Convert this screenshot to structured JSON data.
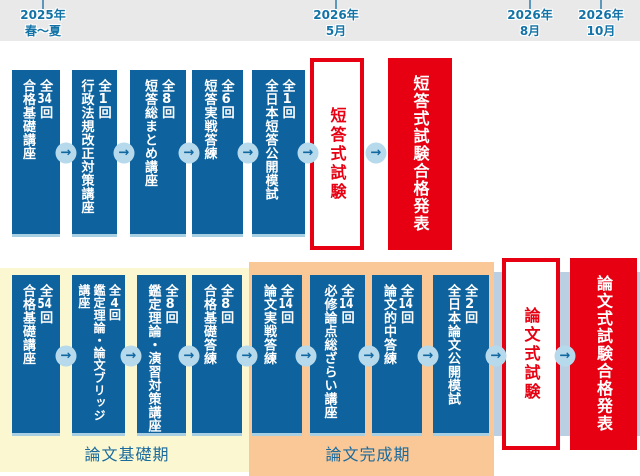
{
  "timeline": {
    "dates": [
      {
        "line1": "2025年",
        "line2": "春〜夏"
      },
      {
        "line1": "2026年",
        "line2": "5月"
      },
      {
        "line1": "2026年",
        "line2": "8月"
      },
      {
        "line1": "2026年",
        "line2": "10月"
      }
    ]
  },
  "tanto_row": {
    "courses": [
      {
        "text": "全34回\n合格基礎講座"
      },
      {
        "text": "全1回\n行政法規改正対策講座"
      },
      {
        "text": "全8回\n短答総まとめ講座"
      },
      {
        "text": "全6回\n短答実戦答練"
      },
      {
        "text": "全1回\n全日本短答公開模試"
      }
    ],
    "exam": "短答式試験",
    "result": "短答式試験合格発表"
  },
  "ronbun_row": {
    "courses": [
      {
        "text": "全54回\n合格基礎講座"
      },
      {
        "text": "全4回\n鑑定理論・論文ブリッジ\n講座"
      },
      {
        "text": "全8回\n鑑定理論・演習対策講座"
      },
      {
        "text": "全8回\n合格基礎答練"
      },
      {
        "text": "全14回\n論文実戦答練"
      },
      {
        "text": "全14回\n必修論点総ざらい講座"
      },
      {
        "text": "全14回\n論文的中答練"
      },
      {
        "text": "全2回\n全日本論文公開模試"
      }
    ],
    "exam": "論文式試験",
    "result": "論文式試験合格発表"
  },
  "periods": {
    "basic": "論文基礎期",
    "complete": "論文完成期"
  },
  "icons": {
    "arrow": "→"
  },
  "colors": {
    "course_blue": "#0e639e",
    "milestone_red": "#e60012",
    "band_yellow": "#fbf8d1",
    "band_orange": "#fac897",
    "band_lightblue": "#bad0e2",
    "arrow_circle": "#b7d9ec",
    "date_text": "#1373a6",
    "period_text": "#1a6a9d",
    "header_gray": "#e9e9e9"
  }
}
